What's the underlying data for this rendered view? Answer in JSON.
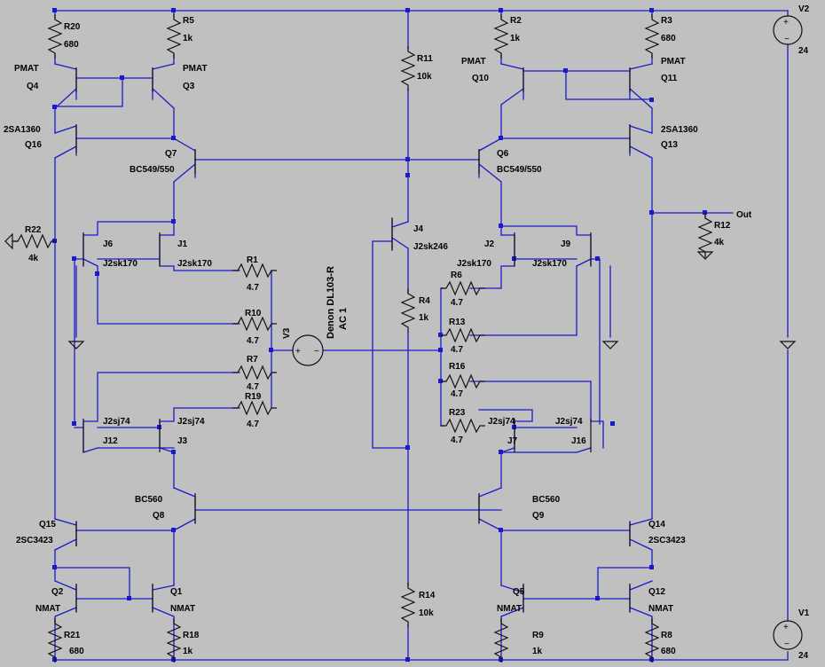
{
  "schematic": {
    "components": [
      {
        "id": "v2",
        "ref": "V2",
        "value": "24"
      },
      {
        "id": "v1",
        "ref": "V1",
        "value": "24"
      },
      {
        "id": "v3",
        "ref": "V3",
        "value": "AC 1",
        "model": "Denon DL103-R"
      },
      {
        "id": "r20",
        "ref": "R20",
        "value": "680"
      },
      {
        "id": "r5",
        "ref": "R5",
        "value": "1k"
      },
      {
        "id": "r2",
        "ref": "R2",
        "value": "1k"
      },
      {
        "id": "r3",
        "ref": "R3",
        "value": "680"
      },
      {
        "id": "r11",
        "ref": "R11",
        "value": "10k"
      },
      {
        "id": "r4",
        "ref": "R4",
        "value": "1k"
      },
      {
        "id": "r14",
        "ref": "R14",
        "value": "10k"
      },
      {
        "id": "r12",
        "ref": "R12",
        "value": "4k"
      },
      {
        "id": "r22",
        "ref": "R22",
        "value": "4k"
      },
      {
        "id": "r1",
        "ref": "R1",
        "value": "4.7"
      },
      {
        "id": "r10",
        "ref": "R10",
        "value": "4.7"
      },
      {
        "id": "r7",
        "ref": "R7",
        "value": "4.7"
      },
      {
        "id": "r19",
        "ref": "R19",
        "value": "4.7"
      },
      {
        "id": "r6",
        "ref": "R6",
        "value": "4.7"
      },
      {
        "id": "r13",
        "ref": "R13",
        "value": "4.7"
      },
      {
        "id": "r16",
        "ref": "R16",
        "value": "4.7"
      },
      {
        "id": "r23",
        "ref": "R23",
        "value": "4.7"
      },
      {
        "id": "r21",
        "ref": "R21",
        "value": "680"
      },
      {
        "id": "r18",
        "ref": "R18",
        "value": "1k"
      },
      {
        "id": "r9",
        "ref": "R9",
        "value": "1k"
      },
      {
        "id": "r8",
        "ref": "R8",
        "value": "680"
      },
      {
        "id": "q4",
        "ref": "Q4",
        "value": "PMAT"
      },
      {
        "id": "q3",
        "ref": "Q3",
        "value": "PMAT"
      },
      {
        "id": "q10",
        "ref": "Q10",
        "value": "PMAT"
      },
      {
        "id": "q11",
        "ref": "Q11",
        "value": "PMAT"
      },
      {
        "id": "q16",
        "ref": "Q16",
        "value": "2SA1360"
      },
      {
        "id": "q13",
        "ref": "Q13",
        "value": "2SA1360"
      },
      {
        "id": "q7",
        "ref": "Q7",
        "value": "BC549/550"
      },
      {
        "id": "q6",
        "ref": "Q6",
        "value": "BC549/550"
      },
      {
        "id": "q8",
        "ref": "Q8",
        "value": "BC560"
      },
      {
        "id": "q9",
        "ref": "Q9",
        "value": "BC560"
      },
      {
        "id": "q15",
        "ref": "Q15",
        "value": "2SC3423"
      },
      {
        "id": "q14",
        "ref": "Q14",
        "value": "2SC3423"
      },
      {
        "id": "q2",
        "ref": "Q2",
        "value": "NMAT"
      },
      {
        "id": "q1",
        "ref": "Q1",
        "value": "NMAT"
      },
      {
        "id": "q5",
        "ref": "Q5",
        "value": "NMAT"
      },
      {
        "id": "q12",
        "ref": "Q12",
        "value": "NMAT"
      },
      {
        "id": "j4",
        "ref": "J4",
        "value": "J2sk246"
      },
      {
        "id": "j6",
        "ref": "J6",
        "value": "J2sk170"
      },
      {
        "id": "j1",
        "ref": "J1",
        "value": "J2sk170"
      },
      {
        "id": "j2",
        "ref": "J2",
        "value": "J2sk170"
      },
      {
        "id": "j9",
        "ref": "J9",
        "value": "J2sk170"
      },
      {
        "id": "j12",
        "ref": "J12",
        "value": "J2sj74"
      },
      {
        "id": "j3",
        "ref": "J3",
        "value": "J2sj74"
      },
      {
        "id": "j7",
        "ref": "J7",
        "value": "J2sj74"
      },
      {
        "id": "j16",
        "ref": "J16",
        "value": "J2sj74"
      }
    ],
    "net_labels": {
      "out": "Out"
    }
  }
}
